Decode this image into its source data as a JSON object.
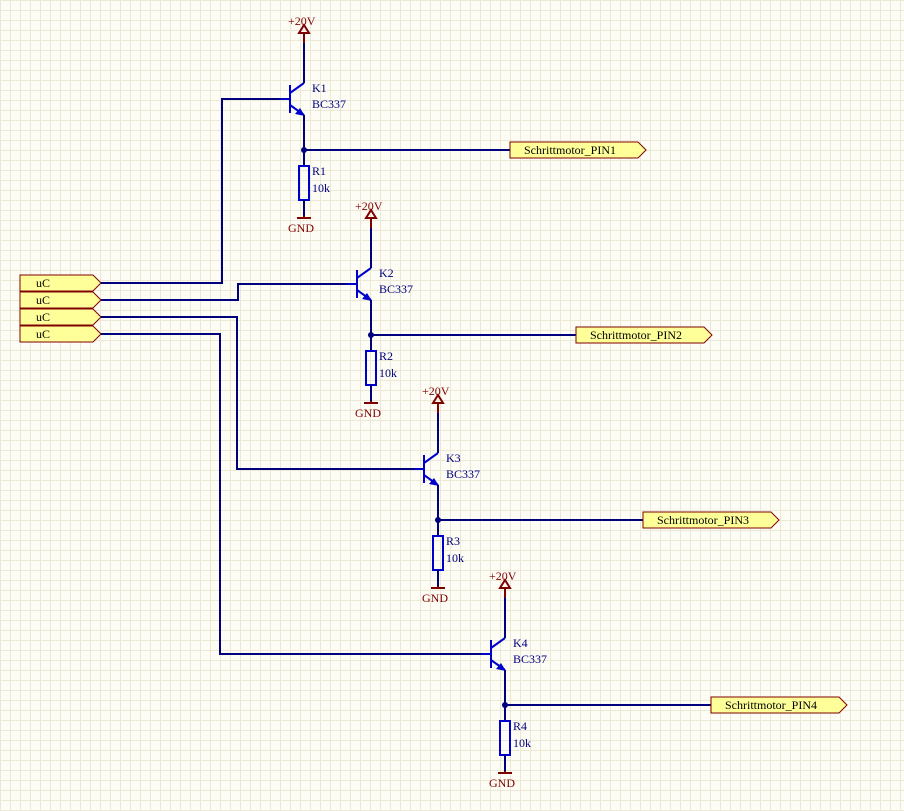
{
  "input_port_label": "uC",
  "stages": [
    {
      "transistor": "K1",
      "transistor_value": "BC337",
      "resistor": "R1",
      "resistor_value": "10k",
      "supply": "+20V",
      "ground": "GND",
      "output_port": "Schrittmotor_PIN1"
    },
    {
      "transistor": "K2",
      "transistor_value": "BC337",
      "resistor": "R2",
      "resistor_value": "10k",
      "supply": "+20V",
      "ground": "GND",
      "output_port": "Schrittmotor_PIN2"
    },
    {
      "transistor": "K3",
      "transistor_value": "BC337",
      "resistor": "R3",
      "resistor_value": "10k",
      "supply": "+20V",
      "ground": "GND",
      "output_port": "Schrittmotor_PIN3"
    },
    {
      "transistor": "K4",
      "transistor_value": "BC337",
      "resistor": "R4",
      "resistor_value": "10k",
      "supply": "+20V",
      "ground": "GND",
      "output_port": "Schrittmotor_PIN4"
    }
  ],
  "colors": {
    "wire": "#00007f",
    "component": "#0000cc",
    "power": "#7f0000",
    "port_fill": "#ffff99"
  }
}
